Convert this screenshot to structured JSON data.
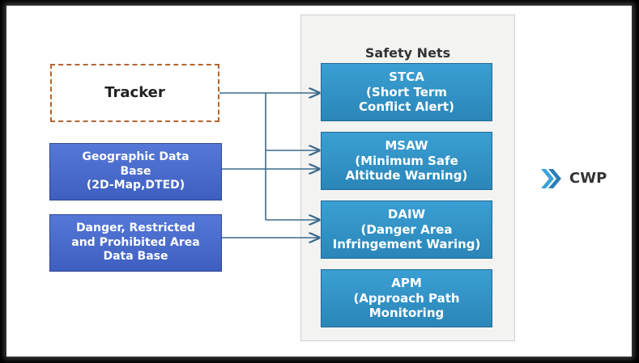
{
  "panel_title": "Safety Nets",
  "sources": {
    "tracker": "Tracker",
    "geo": "Geographic Data\nBase\n(2D-Map,DTED)",
    "danger": "Danger, Restricted\nand Prohibited Area\nData Base"
  },
  "nets": {
    "stca": "STCA\n(Short Term\nConflict Alert)",
    "msaw": "MSAW\n(Minimum Safe\nAltitude Warning)",
    "daiw": "DAIW\n(Danger Area\nInfringement Waring)",
    "apm": "APM\n(Approach Path\nMonitoring"
  },
  "cwp": "CWP",
  "colors": {
    "line": "#3b6a8c",
    "tracker_border": "#b5652e",
    "source_fill": "#4a6bd0",
    "net_fill": "#2f93c7"
  }
}
